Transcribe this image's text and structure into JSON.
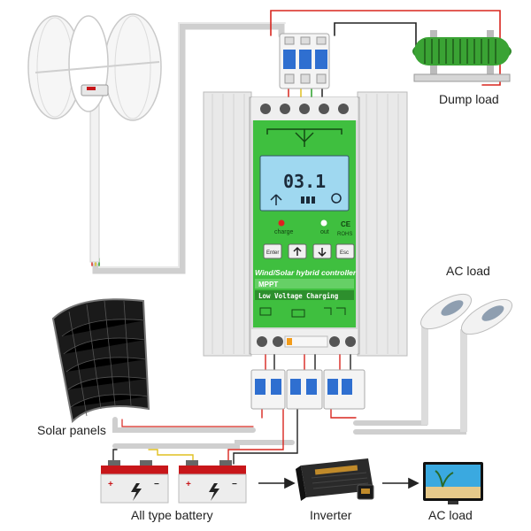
{
  "labels": {
    "dump_load": "Dump load",
    "ac_load_top": "AC load",
    "solar_panels": "Solar panels",
    "battery": "All type battery",
    "inverter": "Inverter",
    "ac_load_bottom": "AC load"
  },
  "controller": {
    "title": "Wind/Solar hybrid controller",
    "mppt": "MPPT",
    "low_voltage": "Low Voltage Charging",
    "lcd_value": "03.1",
    "charge_label": "charge",
    "out_label": "out",
    "ce_mark": "CE",
    "rohs_mark": "ROHS",
    "btn_enter": "Enter",
    "btn_esc": "Esc"
  },
  "battery": {
    "plus": "+",
    "minus": "−"
  },
  "colors": {
    "panel_green": "#3fbf3f",
    "lcd_blue": "#9fd8f0",
    "wire_red": "#d8261f",
    "wire_black": "#222222",
    "wire_grey": "#c8c8c8",
    "battery_red": "#c8161a"
  }
}
